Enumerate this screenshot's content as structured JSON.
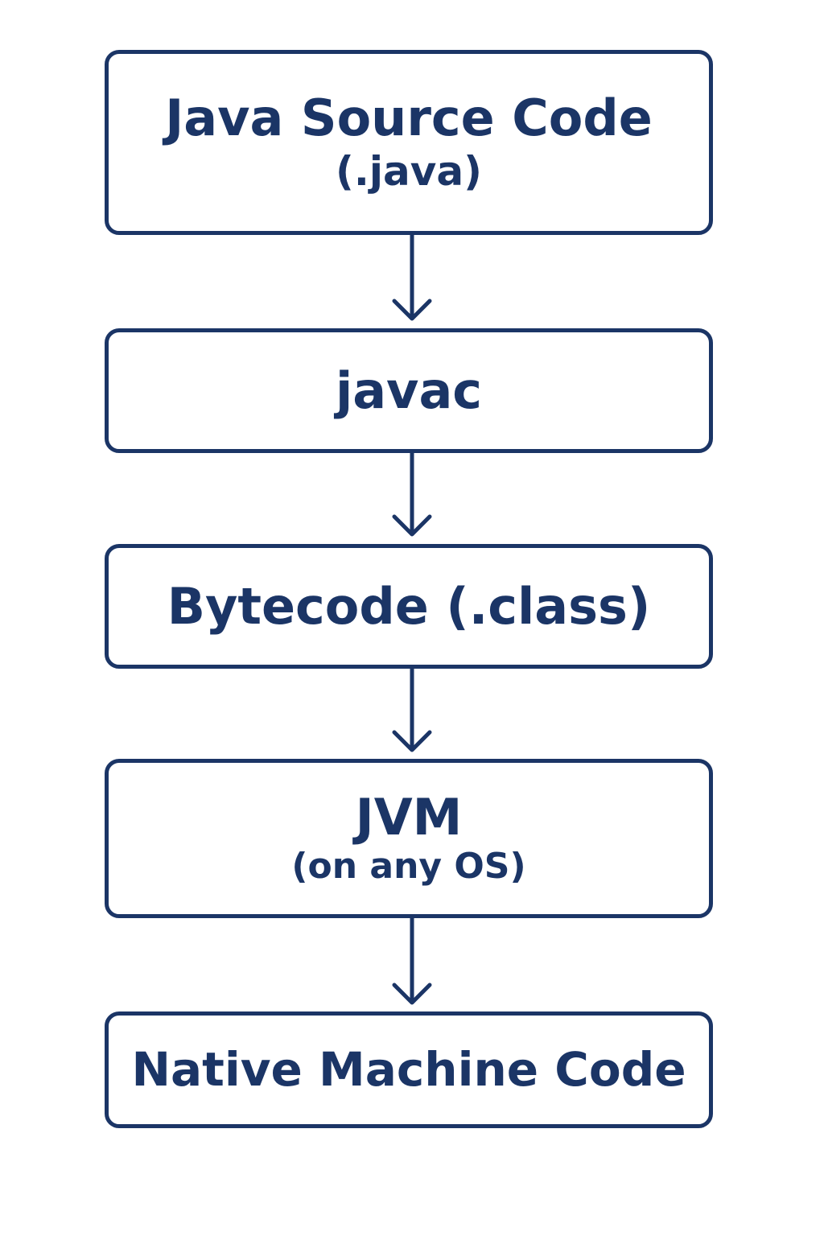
{
  "diagram": {
    "accent_color": "#1b3566",
    "background_color": "#ffffff",
    "nodes": [
      {
        "title": "Java Source Code",
        "subtitle": "(.java)"
      },
      {
        "title": "javac"
      },
      {
        "title": "Bytecode (.class)"
      },
      {
        "title": "JVM",
        "subtitle": "(on any OS)"
      },
      {
        "title": "Native Machine Code"
      }
    ],
    "edges": [
      {
        "from": 0,
        "to": 1
      },
      {
        "from": 1,
        "to": 2
      },
      {
        "from": 2,
        "to": 3
      },
      {
        "from": 3,
        "to": 4
      }
    ]
  }
}
